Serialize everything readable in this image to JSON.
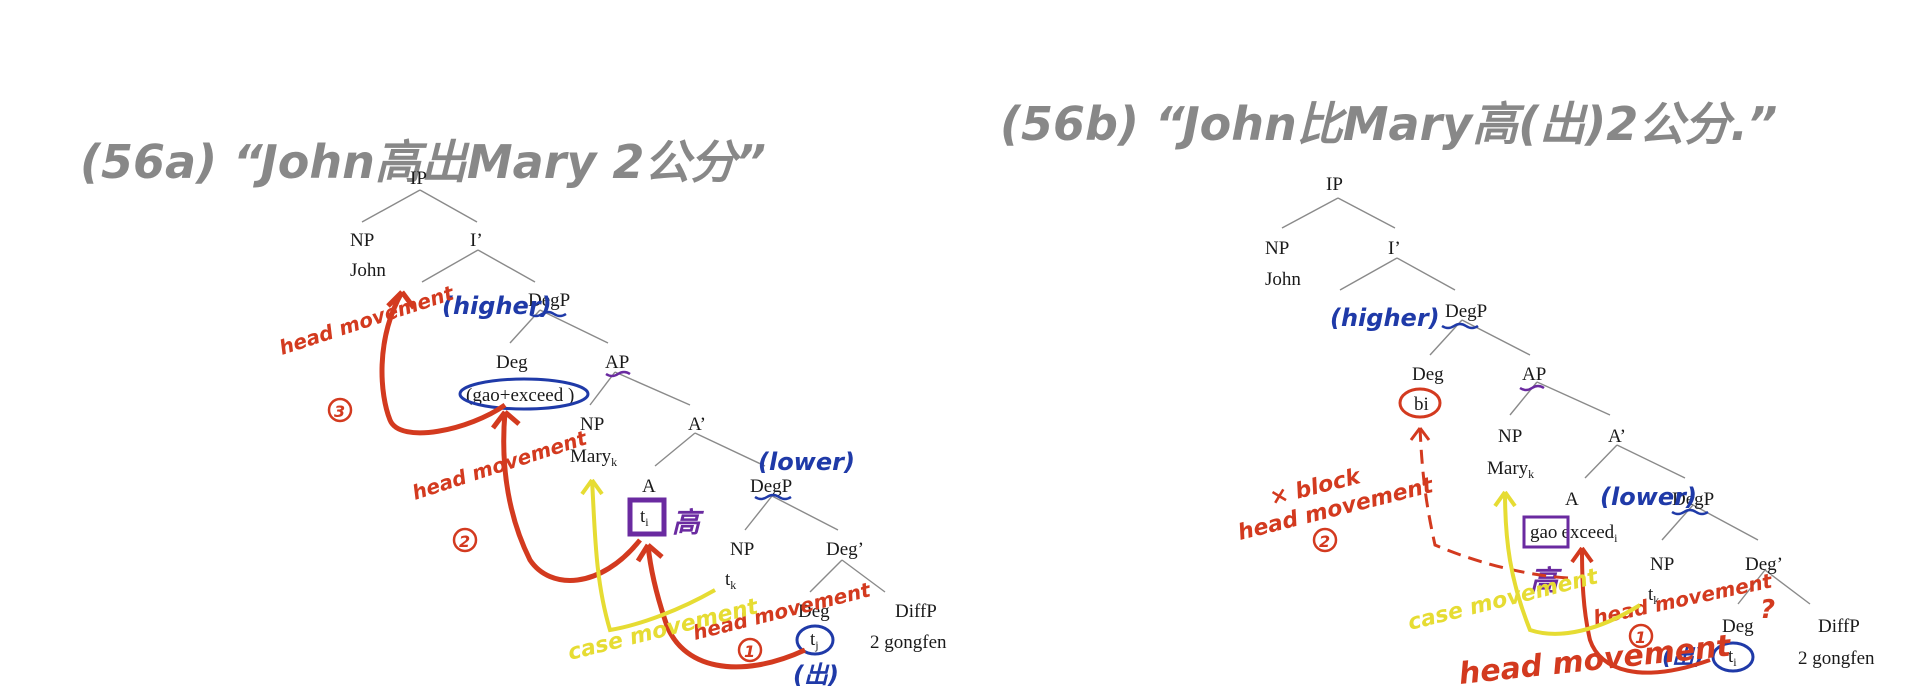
{
  "colors": {
    "tree": "#1a1a1a",
    "branch": "#8a8a8a",
    "red_ink": "#d33a1f",
    "blue_ink": "#1f3aa8",
    "purple_ink": "#6a2aa0",
    "yellow_ink": "#e6dc33",
    "grey_ink": "#888888"
  },
  "left": {
    "heading": "(56a) “John高出Mary 2公分”",
    "tree": {
      "ip": "IP",
      "np1": "NP",
      "john": "John",
      "ibar": "I’",
      "degp": "DegP",
      "deg": "Deg",
      "gao_exceed": "(gao+exceed )",
      "ap": "AP",
      "np2": "NP",
      "mary": "Mary",
      "mary_sub": "k",
      "abar": "A’",
      "a": "A",
      "ti": "t",
      "ti_sub": "i",
      "degp2": "DegP",
      "np3": "NP",
      "degbar": "Deg’",
      "tk": "t",
      "tk_sub": "k",
      "deg2": "Deg",
      "diffp": "DiffP",
      "tj": "t",
      "tj_sub": "j",
      "gongfen": "2 gongfen"
    },
    "notes": {
      "higher": "(higher)",
      "lower": "(lower)",
      "gao": "高",
      "chu": "(出)",
      "head_movement_3": "head movement",
      "num_3": "3",
      "head_movement_2": "head movement",
      "num_2": "2",
      "head_movement_1": "head movement",
      "num_1": "1",
      "case_movement": "case movement"
    }
  },
  "right": {
    "heading": "(56b) “John比Mary高(出)2公分.”",
    "tree": {
      "ip": "IP",
      "np1": "NP",
      "john": "John",
      "ibar": "I’",
      "degp": "DegP",
      "deg": "Deg",
      "bi": "bi",
      "ap": "AP",
      "np2": "NP",
      "mary": "Mary",
      "mary_sub": "k",
      "abar": "A’",
      "a": "A",
      "gao": "gao",
      "exceed": "exceed",
      "exceed_sub": "i",
      "degp2": "DegP",
      "np3": "NP",
      "degbar": "Deg’",
      "tk": "t",
      "tk_sub": "k",
      "deg2": "Deg",
      "diffp": "DiffP",
      "ti": "t",
      "ti_sub": "i",
      "gongfen": "2 gongfen"
    },
    "notes": {
      "higher": "(higher)",
      "lower": "(lower)",
      "gao": "高",
      "chu": "(出)",
      "x_block": "× block",
      "head_movement_2": "head movement",
      "num_2": "2",
      "head_movement_1": "head movement",
      "num_1": "1",
      "question": "?",
      "case_movement": "case movement",
      "head_movement_bottom": "head movement"
    }
  }
}
